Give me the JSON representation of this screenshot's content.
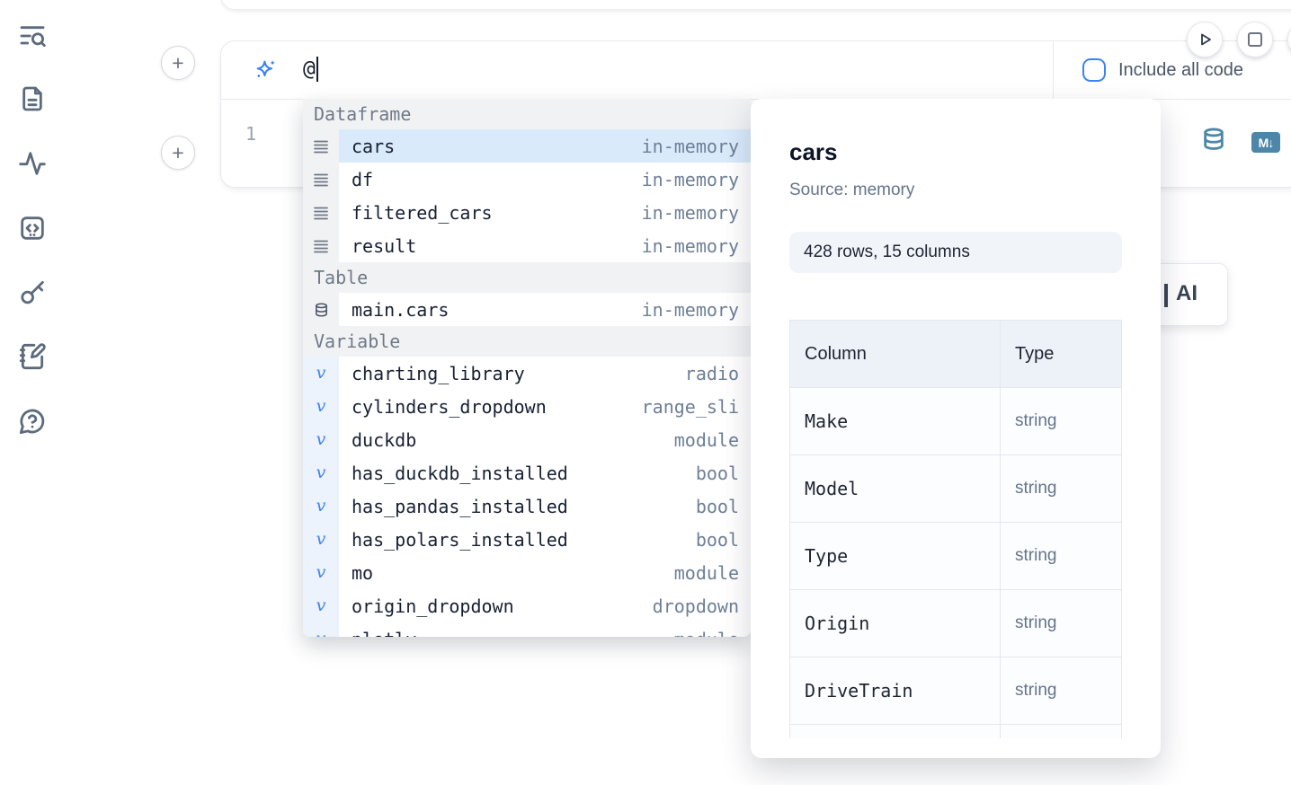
{
  "sidebar": {
    "icons": [
      "toc-search",
      "document",
      "activity",
      "code-snippet",
      "key",
      "notebook-edit",
      "help-chat"
    ]
  },
  "cell": {
    "add_button_label": "+",
    "ai_prompt": {
      "value": "@"
    },
    "include_all_code": {
      "label": "Include all code",
      "checked": false
    },
    "line_number": "1",
    "markdown_badge": "M↓"
  },
  "autocomplete": {
    "sections": [
      {
        "label": "Dataframe",
        "kind": "dataframe",
        "items": [
          {
            "name": "cars",
            "type": "in-memory",
            "selected": true
          },
          {
            "name": "df",
            "type": "in-memory"
          },
          {
            "name": "filtered_cars",
            "type": "in-memory"
          },
          {
            "name": "result",
            "type": "in-memory"
          }
        ]
      },
      {
        "label": "Table",
        "kind": "table",
        "items": [
          {
            "name": "main.cars",
            "type": "in-memory"
          }
        ]
      },
      {
        "label": "Variable",
        "kind": "variable",
        "items": [
          {
            "name": "charting_library",
            "type": "radio"
          },
          {
            "name": "cylinders_dropdown",
            "type": "range_sli"
          },
          {
            "name": "duckdb",
            "type": "module"
          },
          {
            "name": "has_duckdb_installed",
            "type": "bool"
          },
          {
            "name": "has_pandas_installed",
            "type": "bool"
          },
          {
            "name": "has_polars_installed",
            "type": "bool"
          },
          {
            "name": "mo",
            "type": "module"
          },
          {
            "name": "origin_dropdown",
            "type": "dropdown"
          },
          {
            "name": "plotly",
            "type": "module",
            "clipped": true
          }
        ]
      }
    ]
  },
  "preview_panel": {
    "title": "cars",
    "source": "Source: memory",
    "shape_badge": "428 rows, 15 columns",
    "columns_table": {
      "headers": [
        "Column",
        "Type"
      ],
      "rows": [
        [
          "Make",
          "string"
        ],
        [
          "Model",
          "string"
        ],
        [
          "Type",
          "string"
        ],
        [
          "Origin",
          "string"
        ],
        [
          "DriveTrain",
          "string"
        ]
      ]
    }
  },
  "ai_card": {
    "label": "AI"
  },
  "colors": {
    "accent_blue": "#3b82f6",
    "steel_blue": "#4c86a8",
    "selected_row": "#d9eafb",
    "icon_slate": "#5c6b7c"
  }
}
